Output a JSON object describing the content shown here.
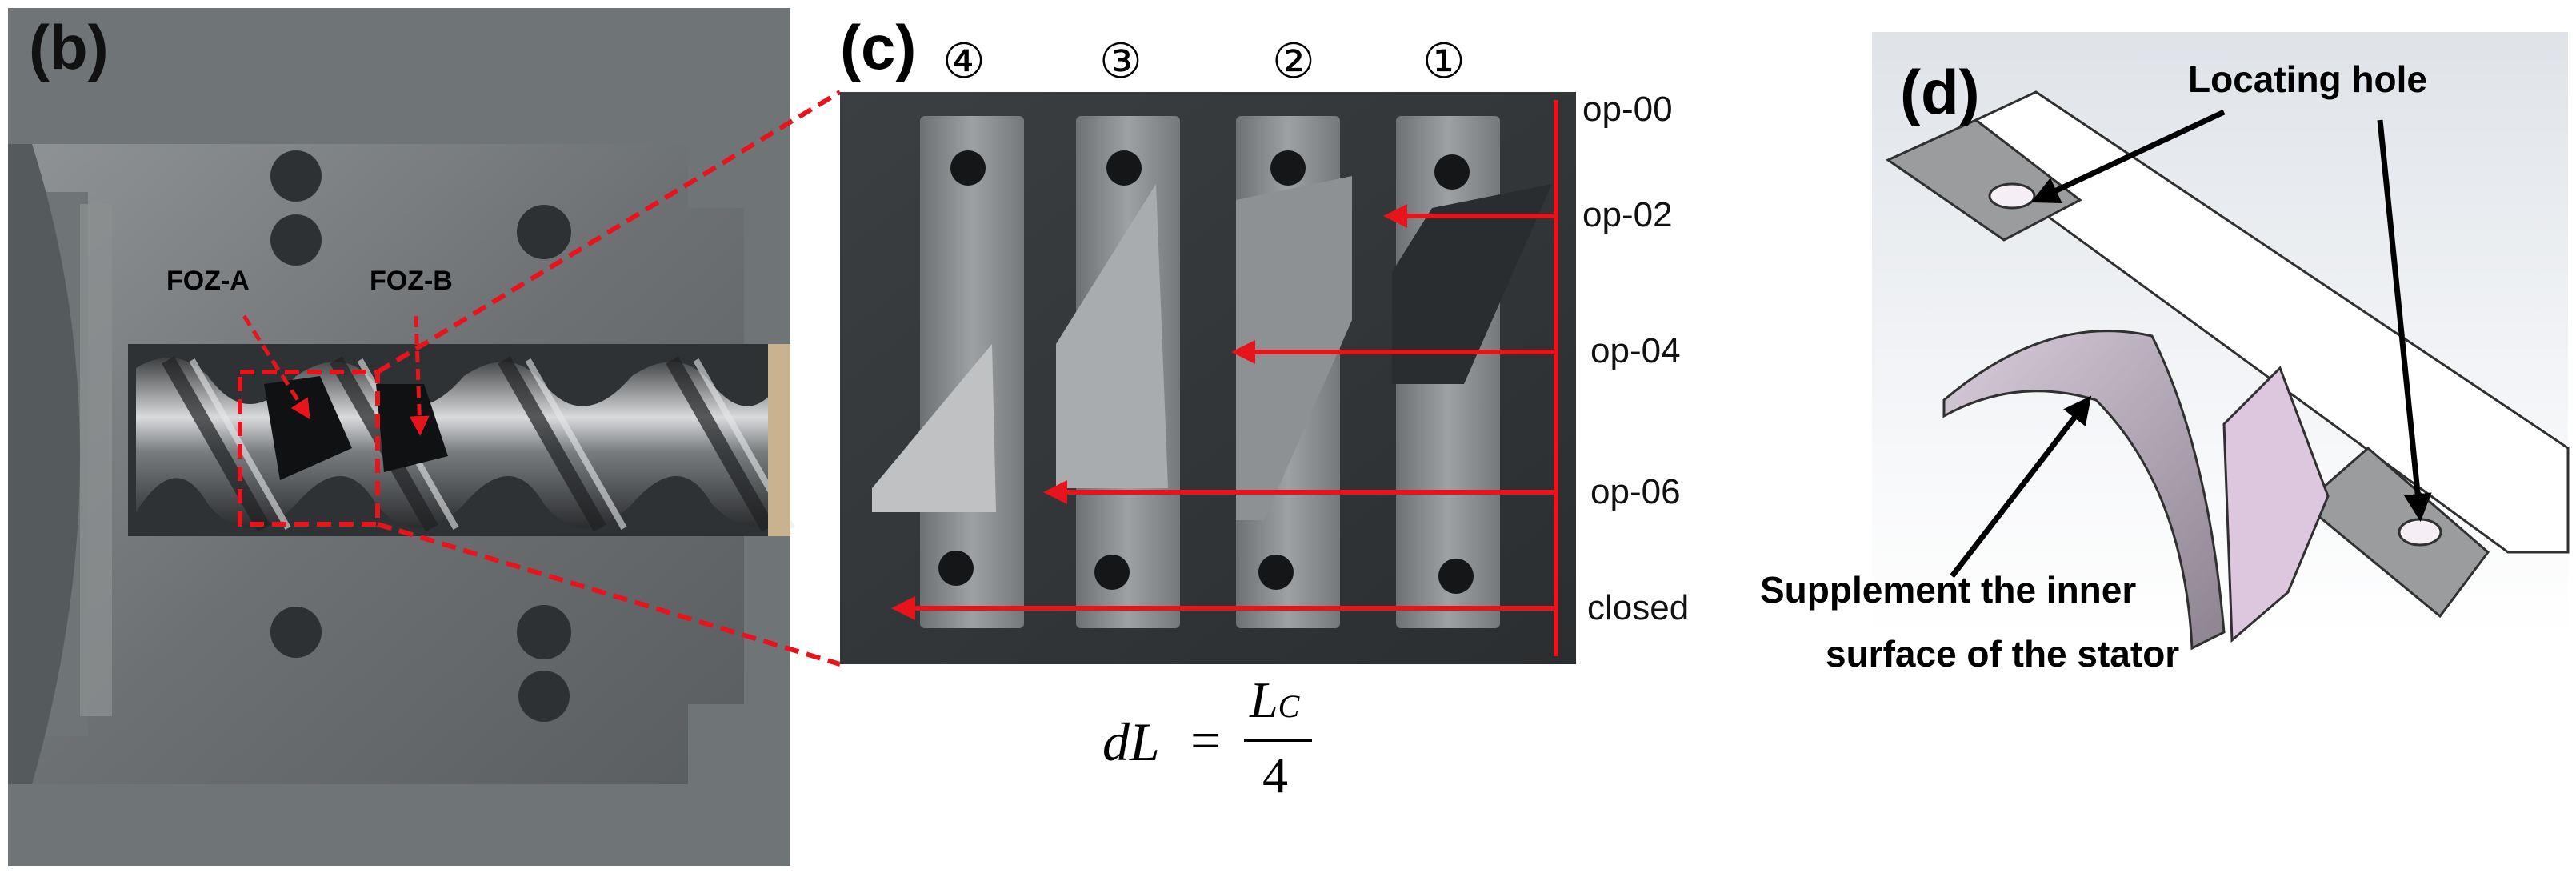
{
  "panel_b": {
    "label": "(b)",
    "foz_a": "FOZ-A",
    "foz_b": "FOZ-B"
  },
  "panel_c": {
    "label": "(c)",
    "sample_numbers": [
      "④",
      "③",
      "②",
      "①"
    ],
    "position_labels": [
      "op-00",
      "op-02",
      "op-04",
      "op-06",
      "closed"
    ],
    "formula": {
      "lhs": "dL",
      "eq": "=",
      "numerator_main": "L",
      "numerator_sub": "C",
      "denominator": "4"
    }
  },
  "panel_d": {
    "label": "(d)",
    "locating_hole": "Locating hole",
    "supplement_line1": "Supplement the inner",
    "supplement_line2": "surface of the stator"
  },
  "colors": {
    "annotation_red": "#e8141c",
    "metal_dark": "#4a4c4e",
    "metal_light": "#9a9c9e"
  }
}
